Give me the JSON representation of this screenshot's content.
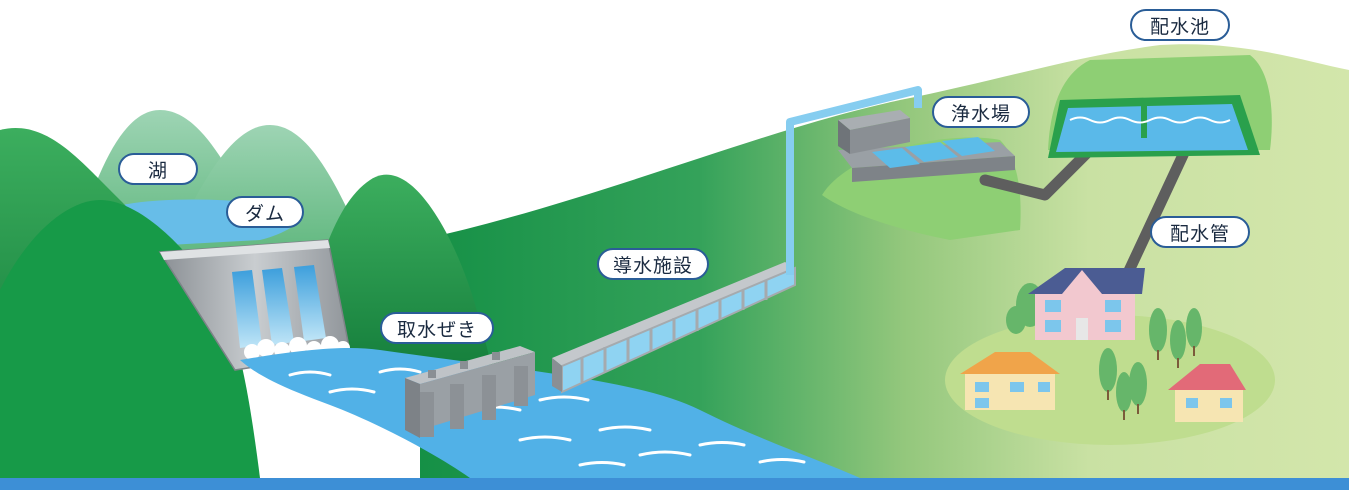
{
  "labels": {
    "lake": "湖",
    "dam": "ダム",
    "intake_weir": "取水ぜき",
    "headrace": "導水施設",
    "purification_plant": "浄水場",
    "reservoir": "配水池",
    "distribution_pipe": "配水管"
  },
  "colors": {
    "label_border": "#2a5d97",
    "water": "#4fb0e6",
    "pipe_water": "#86cdf0",
    "distribution_pipe": "#5e5e5e",
    "mountain_dark": "#1e9648",
    "hill_light": "#cde3a3",
    "ground_strip": "#3d8fd6"
  }
}
